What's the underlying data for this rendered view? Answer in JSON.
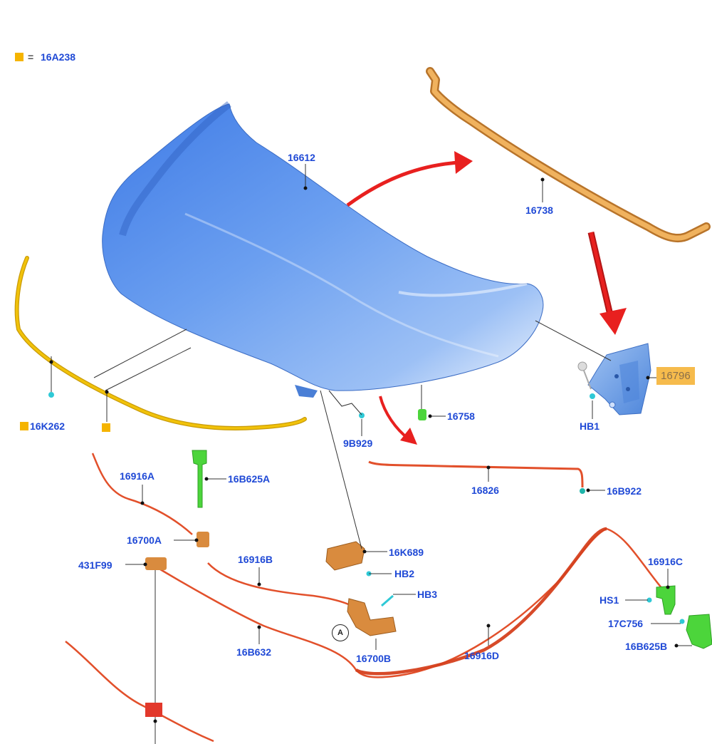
{
  "legend": {
    "equals": "=",
    "code": "16A238"
  },
  "labels": {
    "hood": "16612",
    "hood_seal_rear": "16738",
    "hinge": "16796",
    "hinge_bolt": "HB1",
    "bumper": "16758",
    "clip_9b929": "9B929",
    "front_seal": "16K262",
    "support_rod": "16826",
    "rod_clip": "16B922",
    "cable_16916a": "16916A",
    "strut_16b625a": "16B625A",
    "latch_16700a": "16700A",
    "bracket_431f99": "431F99",
    "cable_16916b": "16916B",
    "striker": "16K689",
    "bolt_hb2": "HB2",
    "bolt_hb3": "HB3",
    "callout_a": "A",
    "latch_16700b": "16700B",
    "cable_16b632": "16B632",
    "cable_16916d": "16916D",
    "cable_16916c": "16916C",
    "screw_hs1": "HS1",
    "clip_17c756": "17C756",
    "strut_16b625b": "16B625B"
  },
  "colors": {
    "label_blue": "#1f49d6",
    "legend_orange": "#f5b400",
    "hood_blue": "#5a92ea",
    "cable_red": "#e2502b",
    "strut_green": "#4cd53b",
    "hinge_blue": "#6a9de6",
    "arrow_red": "#e8201f",
    "seal_yellow": "#f1c20a",
    "seal_orange": "#e39b3c",
    "highlight_box": "#f6bb4c"
  }
}
